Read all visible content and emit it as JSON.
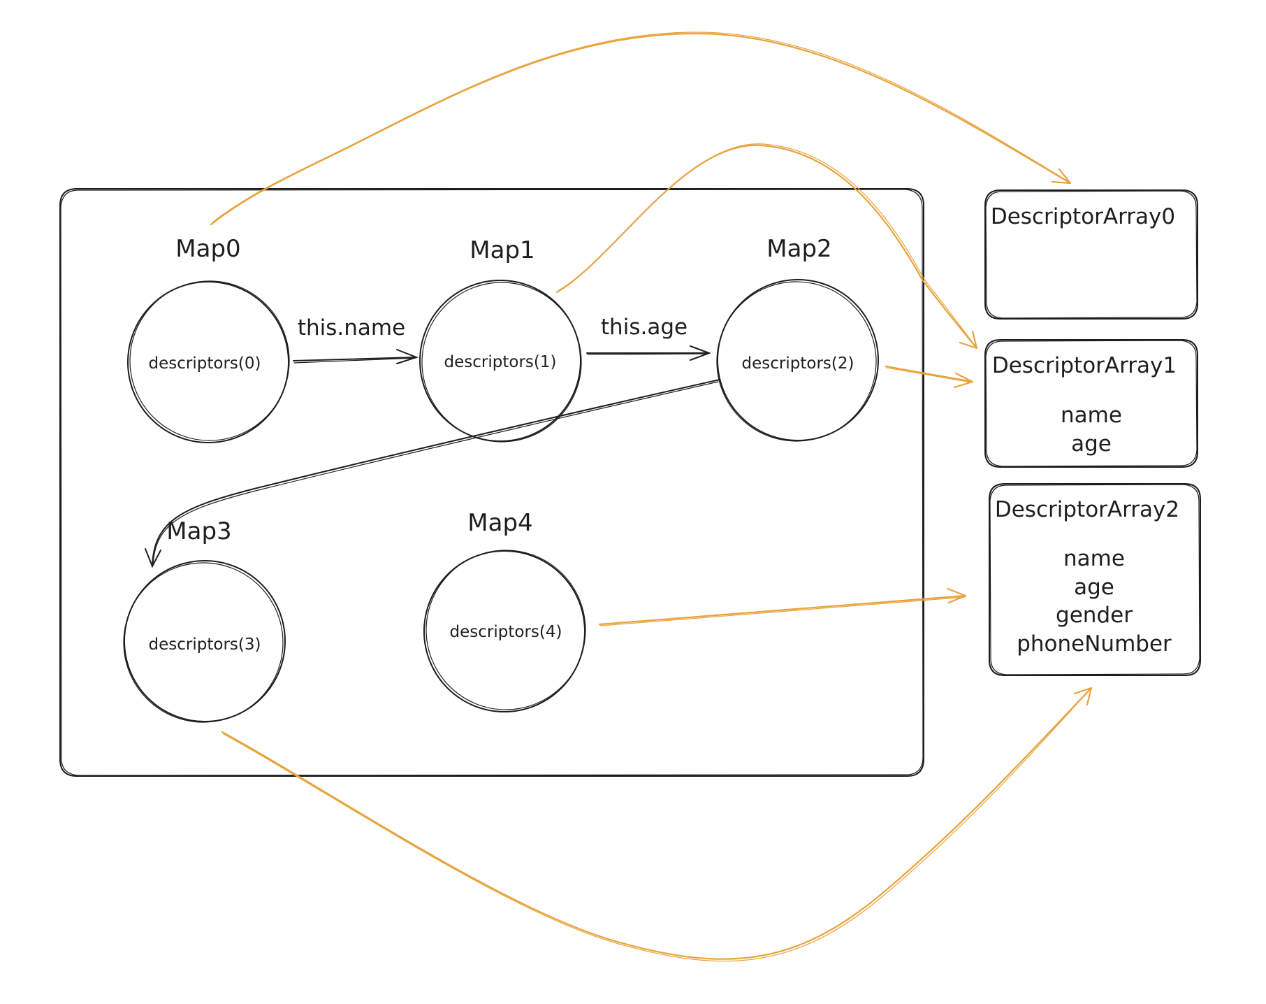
{
  "maps": [
    {
      "id": "map0",
      "label": "Map0",
      "descriptor": "descriptors(0)"
    },
    {
      "id": "map1",
      "label": "Map1",
      "descriptor": "descriptors(1)"
    },
    {
      "id": "map2",
      "label": "Map2",
      "descriptor": "descriptors(2)"
    },
    {
      "id": "map3",
      "label": "Map3",
      "descriptor": "descriptors(3)"
    },
    {
      "id": "map4",
      "label": "Map4",
      "descriptor": "descriptors(4)"
    }
  ],
  "transitions": [
    {
      "from": "map0",
      "to": "map1",
      "label": "this.name"
    },
    {
      "from": "map1",
      "to": "map2",
      "label": "this.age"
    },
    {
      "from": "map2",
      "to": "map3",
      "label": ""
    }
  ],
  "descriptor_arrays": [
    {
      "id": "da0",
      "title": "DescriptorArray0",
      "items": []
    },
    {
      "id": "da1",
      "title": "DescriptorArray1",
      "items": [
        "name",
        "age"
      ]
    },
    {
      "id": "da2",
      "title": "DescriptorArray2",
      "items": [
        "name",
        "age",
        "gender",
        "phoneNumber"
      ]
    }
  ],
  "references": [
    {
      "from": "map0",
      "to": "da0"
    },
    {
      "from": "map1",
      "to": "da1"
    },
    {
      "from": "map2",
      "to": "da1"
    },
    {
      "from": "map3",
      "to": "da2"
    },
    {
      "from": "map4",
      "to": "da2"
    }
  ],
  "colors": {
    "stroke": "#1e1e1e",
    "reference_arrow": "#e8a33d",
    "background": "#ffffff"
  }
}
